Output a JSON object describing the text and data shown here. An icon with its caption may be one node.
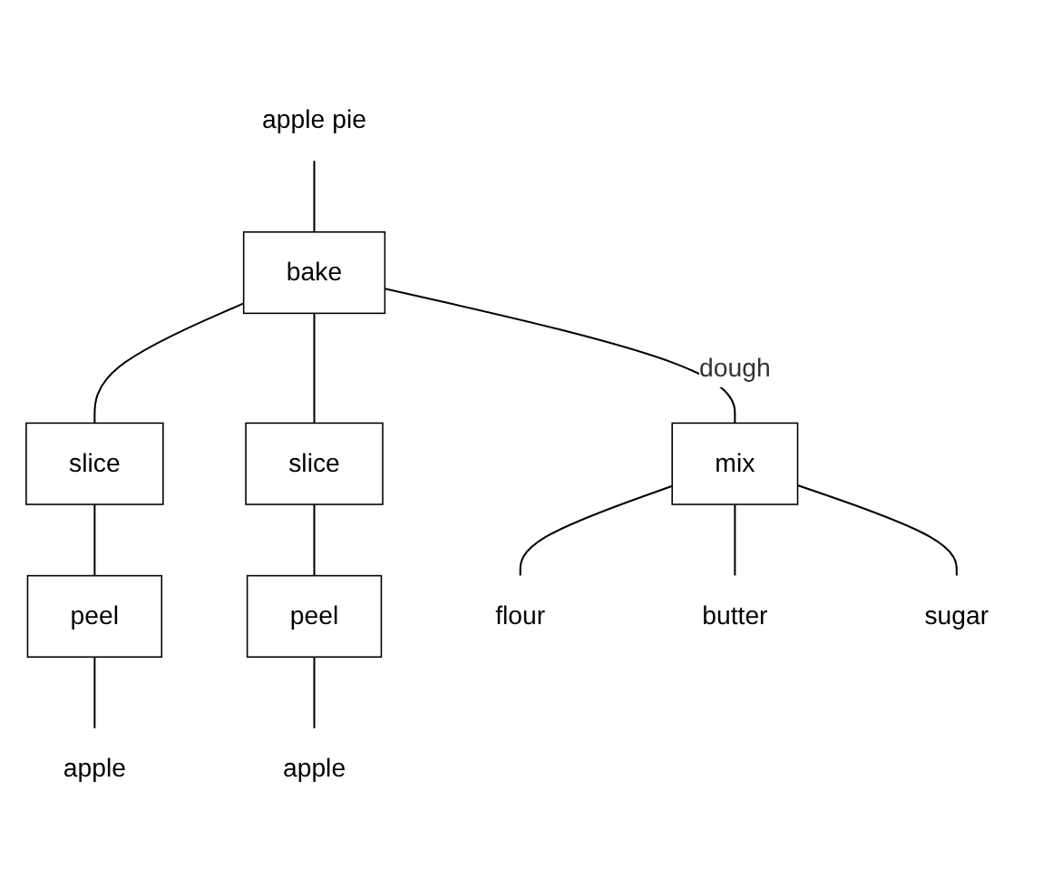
{
  "diagram": {
    "nodes": [
      {
        "text": [
          "apple pie"
        ]
      },
      {
        "text": [
          "bake"
        ]
      },
      {
        "text": [
          "slice"
        ]
      },
      {
        "text": [
          "slice"
        ]
      },
      {
        "text": [
          "mix"
        ]
      },
      {
        "text": [
          "peel"
        ]
      },
      {
        "text": [
          "peel"
        ]
      },
      {
        "text": [
          "apple"
        ]
      },
      {
        "text": [
          "apple"
        ]
      },
      {
        "text": [
          "flour"
        ]
      },
      {
        "text": [
          "butter"
        ]
      },
      {
        "text": [
          "sugar"
        ]
      }
    ],
    "edges": [
      {
        "from": 0,
        "to": 1,
        "arrow": "none"
      },
      {
        "from": 1,
        "to": 2,
        "arrow": "none"
      },
      {
        "from": 1,
        "to": 3,
        "arrow": "none"
      },
      {
        "from": 1,
        "to": 4,
        "arrow": "none",
        "label": "dough"
      },
      {
        "from": 2,
        "to": 5,
        "arrow": "none"
      },
      {
        "from": 3,
        "to": 6,
        "arrow": "none"
      },
      {
        "from": 4,
        "to": 9,
        "arrow": "none"
      },
      {
        "from": 4,
        "to": 10,
        "arrow": "none"
      },
      {
        "from": 4,
        "to": 11,
        "arrow": "none"
      },
      {
        "from": 5,
        "to": 7,
        "arrow": "none"
      },
      {
        "from": 6,
        "to": 8,
        "arrow": "none"
      }
    ]
  }
}
